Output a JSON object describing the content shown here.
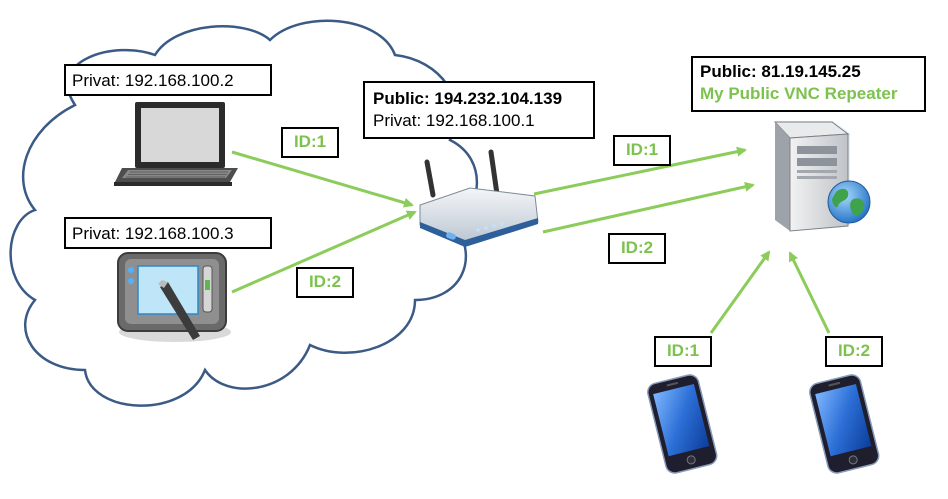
{
  "laptop": {
    "label": "Privat: 192.168.100.2"
  },
  "tablet": {
    "label": "Privat: 192.168.100.3"
  },
  "router": {
    "public": "Public: 194.232.104.139",
    "private": "Privat: 192.168.100.1"
  },
  "server": {
    "public": "Public: 81.19.145.25",
    "name": "My Public VNC Repeater"
  },
  "ids": {
    "laptop_link": "ID:1",
    "tablet_link": "ID:2",
    "router_server_1": "ID:1",
    "router_server_2": "ID:2",
    "phone_1": "ID:1",
    "phone_2": "ID:2"
  },
  "colors": {
    "arrow": "#8ccc5a",
    "cloud_stroke": "#3b5a86",
    "label_green": "#7dc24e"
  },
  "icons": [
    "cloud-icon",
    "laptop-icon",
    "tablet-icon",
    "router-icon",
    "server-icon",
    "globe-icon",
    "smartphone-icon"
  ]
}
